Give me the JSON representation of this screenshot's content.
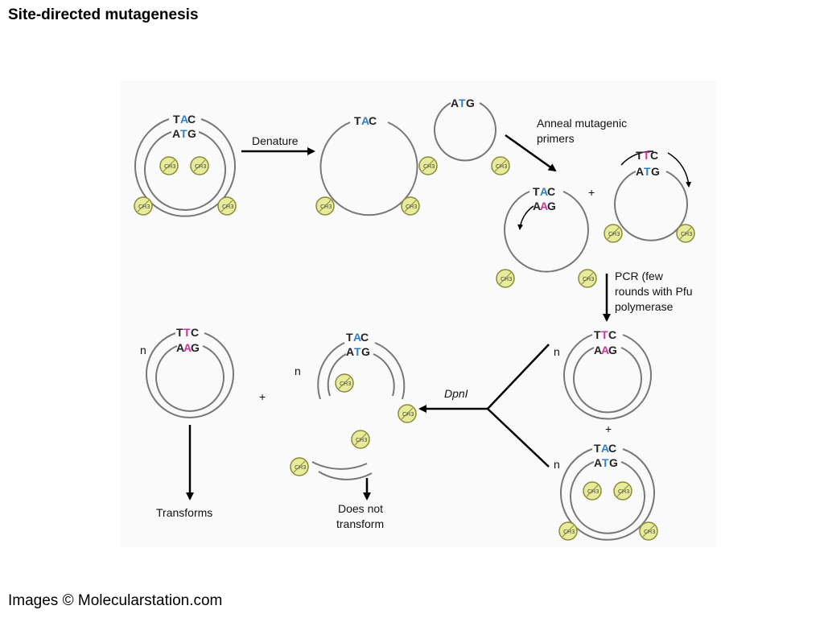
{
  "title": "Site-directed mutagenesis",
  "footer": "Images © Molecularstation.com",
  "colors": {
    "blue": "#2f7fd0",
    "magenta": "#d0339c",
    "normal": "#222222",
    "methyl": "#e6ec9c"
  },
  "icons": {
    "methyl": "CH3"
  },
  "steps": {
    "denature": "Denature",
    "anneal_1": "Anneal mutagenic",
    "anneal_2": "primers",
    "pcr_1": "PCR (few",
    "pcr_2": "rounds with Pfu",
    "pcr_3": "polymerase",
    "dpni": "DpnI",
    "transforms": "Transforms",
    "does_not_1": "Does not",
    "does_not_2": "transform"
  },
  "symbols": {
    "plus": "+",
    "n": "n"
  },
  "sequences": {
    "tac": [
      "T",
      "A",
      "C"
    ],
    "atg": [
      "A",
      "T",
      "G"
    ],
    "aag": [
      "A",
      "A",
      "G"
    ],
    "ttc": [
      "T",
      "T",
      "C"
    ]
  }
}
